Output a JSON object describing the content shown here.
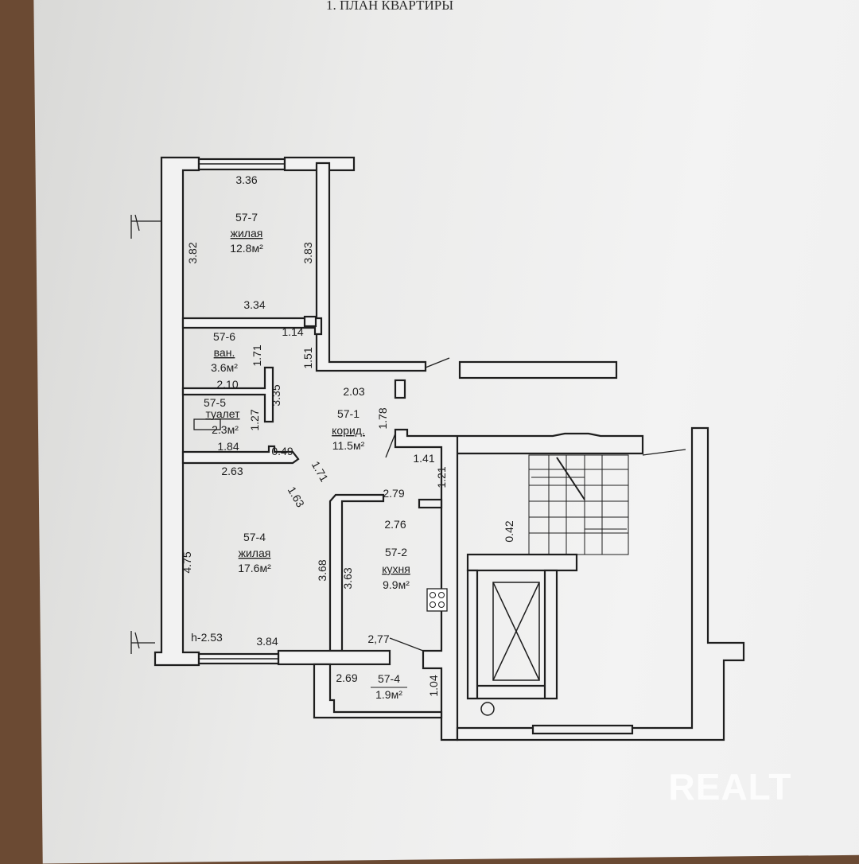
{
  "title": "1. ПЛАН КВАРТИРЫ",
  "rooms": [
    {
      "id": "57-7",
      "type": "жилая",
      "area": "12.8м²"
    },
    {
      "id": "57-6",
      "type": "ван.",
      "area": "3.6м²"
    },
    {
      "id": "57-5",
      "type": "туалет",
      "area": "2.3м²"
    },
    {
      "id": "57-1",
      "type": "корид.",
      "area": "11.5м²"
    },
    {
      "id": "57-4",
      "type": "жилая",
      "area": "17.6м²"
    },
    {
      "id": "57-2",
      "type": "кухня",
      "area": "9.9м²"
    },
    {
      "id": "57-4",
      "type": "",
      "area": "1.9м²"
    }
  ],
  "dimensions": [
    "3.36",
    "3.82",
    "3.83",
    "3.34",
    "1.14",
    "1.71",
    "1.51",
    "2.10",
    "3.35",
    "1.27",
    "1.84",
    "0.49",
    "2.03",
    "1.78",
    "1.71",
    "2.63",
    "1.63",
    "1.41",
    "1.21",
    "2.79",
    "2.76",
    "0.42",
    "4.75",
    "3.68",
    "3.63",
    "h-2.53",
    "3.84",
    "2,77",
    "2.69",
    "1.04"
  ],
  "watermark": "REALT"
}
